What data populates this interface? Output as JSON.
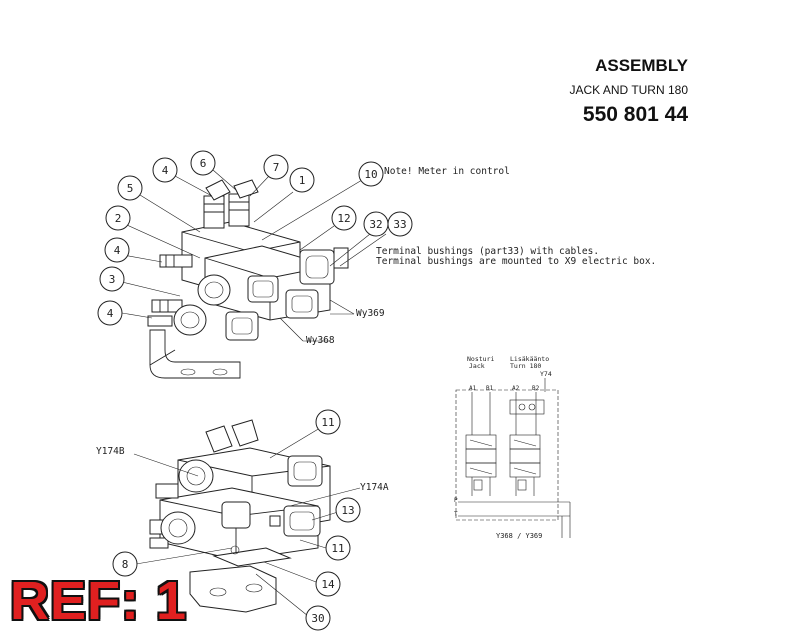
{
  "header": {
    "title": "ASSEMBLY",
    "subtitle": "JACK AND TURN 180",
    "part_number": "550 801 44"
  },
  "notes": {
    "control": "Note! Meter in control",
    "bushing1": "Terminal bushings (part33) with cables.",
    "bushing2": "Terminal bushings are mounted to X9 electric box."
  },
  "wire_labels": {
    "wy369": "Wy369",
    "wy368": "Wy368",
    "y174b": "Y174B",
    "y174a": "Y174A"
  },
  "schematic": {
    "col1_line1": "Nosturi",
    "col1_line2": "Jack",
    "col2_line1": "Lisäkäänto",
    "col2_line2": "Turn 180",
    "y174": "Y74",
    "a1": "A1",
    "b1": "B1",
    "a2": "A2",
    "b2": "B2",
    "p": "P",
    "t": "T",
    "solenoids": "Y368 / Y369"
  },
  "balloons": {
    "b4a": "4",
    "b6": "6",
    "b7": "7",
    "b1": "1",
    "b5": "5",
    "b10": "10",
    "b12": "12",
    "b32": "32",
    "b33": "33",
    "b2": "2",
    "b4b": "4",
    "b3": "3",
    "b4c": "4",
    "b11a": "11",
    "b13": "13",
    "b11b": "11",
    "b8": "8",
    "b14": "14",
    "b30": "30"
  },
  "ref": "REF: 1"
}
